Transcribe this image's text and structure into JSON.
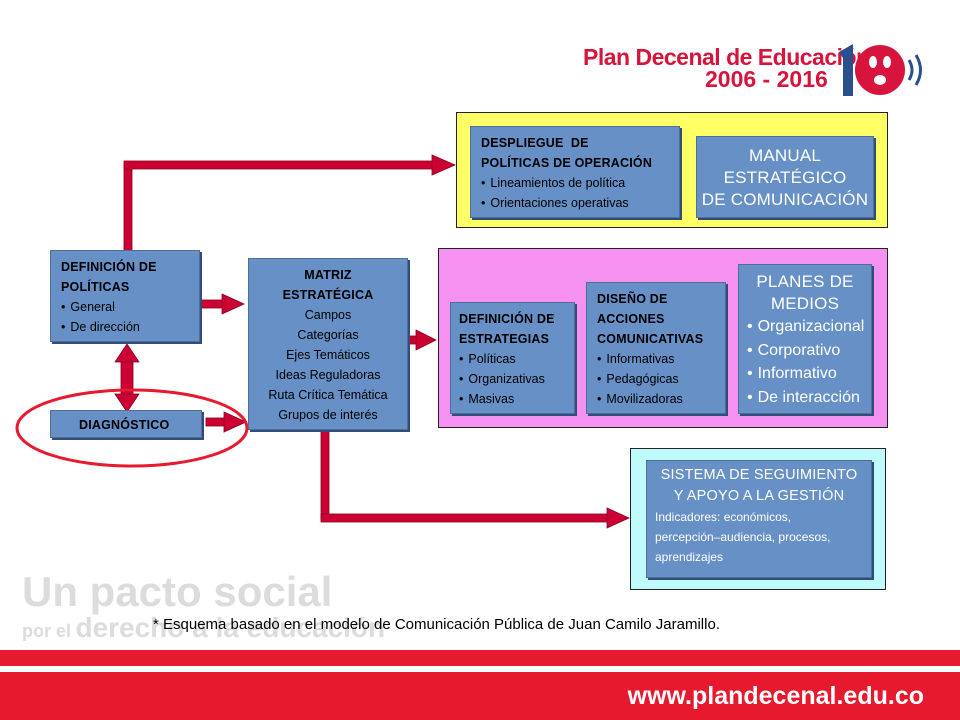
{
  "header": {
    "logo_title": "Plan Decenal de Educación",
    "logo_years": "2006 - 2016",
    "logo_badge": "10"
  },
  "boxes": {
    "definicion_politicas": {
      "title_1": "DEFINICIÓN DE",
      "title_2": "POLÍTICAS",
      "items": [
        "General",
        "De dirección"
      ]
    },
    "diagnostico": {
      "title": "DIAGNÓSTICO"
    },
    "matriz": {
      "title_1": "MATRIZ",
      "title_2": "ESTRATÉGICA",
      "items": [
        "Campos",
        "Categorías",
        "Ejes Temáticos",
        "Ideas Reguladoras",
        "Ruta Crítica Temática",
        "Grupos de interés"
      ]
    },
    "despliegue": {
      "title_1": "DESPLIEGUE  DE",
      "title_2": "POLÍTICAS DE OPERACIÓN",
      "items": [
        "Lineamientos de política",
        "Orientaciones operativas"
      ]
    },
    "manual": {
      "line_1": "MANUAL",
      "line_2": "ESTRATÉGICO",
      "line_3": "DE COMUNICACIÓN"
    },
    "estrategias": {
      "title_1": "DEFINICIÓN DE",
      "title_2": "ESTRATEGIAS",
      "items": [
        "Políticas",
        "Organizativas",
        "Masivas"
      ]
    },
    "diseno": {
      "title_1": "DISEÑO DE",
      "title_2": "ACCIONES",
      "title_3": "COMUNICATIVAS",
      "items": [
        "Informativas",
        "Pedagógicas",
        "Movilizadoras"
      ]
    },
    "planes": {
      "title_1": "PLANES DE",
      "title_2": "MEDIOS",
      "items": [
        "Organizacional",
        "Corporativo",
        "Informativo",
        "De interacción"
      ]
    },
    "seguimiento": {
      "title_1": "SISTEMA DE SEGUIMIENTO",
      "title_2": "Y APOYO A LA GESTIÓN",
      "text_1": "Indicadores: económicos,",
      "text_2": "percepción–audiencia, procesos,",
      "text_3": "aprendizajes"
    }
  },
  "footnote": "* Esquema basado en el modelo de Comunicación Pública de Juan Camilo Jaramillo.",
  "watermark": {
    "line_1": "Un pacto social",
    "line_2_a": "por el",
    "line_2_b": "derecho a la educación"
  },
  "footer": {
    "url": "www.plandecenal.edu.co"
  },
  "colors": {
    "box_blue": "#6790c6",
    "yellow_region": "#ffff66",
    "pink_region": "#f591f0",
    "cyan_region": "#bffbfb",
    "arrow_red": "#cc0033",
    "footer_red": "#e6192e"
  }
}
